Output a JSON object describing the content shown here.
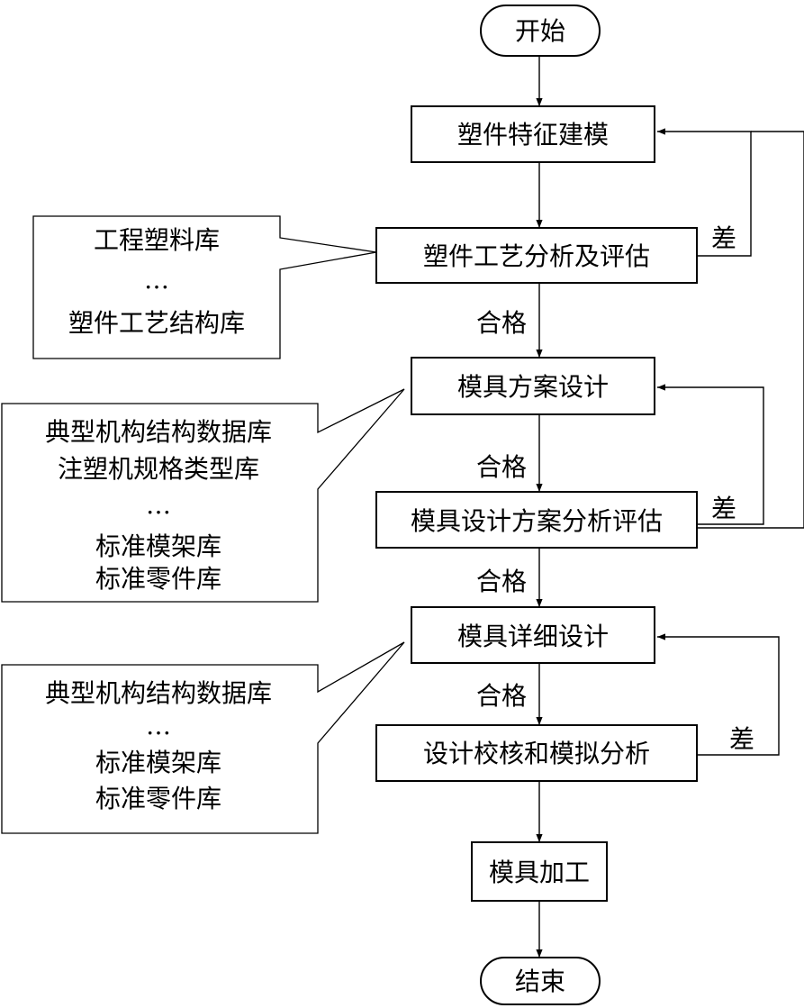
{
  "nodes": {
    "start": "开始",
    "feature_modeling": "塑件特征建模",
    "process_analysis": "塑件工艺分析及评估",
    "scheme_design": "模具方案设计",
    "scheme_evaluation": "模具设计方案分析评估",
    "detail_design": "模具详细设计",
    "check_simulation": "设计校核和模拟分析",
    "machining": "模具加工",
    "end": "结束"
  },
  "edge_labels": {
    "pass_1": "合格",
    "pass_2": "合格",
    "pass_3": "合格",
    "pass_4": "合格",
    "fail_1": "差",
    "fail_2": "差",
    "fail_3": "差"
  },
  "notes": {
    "note1": [
      "工程塑料库",
      "…",
      "塑件工艺结构库"
    ],
    "note2": [
      "典型机构结构数据库",
      "注塑机规格类型库",
      "…",
      "标准模架库",
      "标准零件库"
    ],
    "note3": [
      "典型机构结构数据库",
      "…",
      "标准模架库",
      "标准零件库"
    ]
  }
}
